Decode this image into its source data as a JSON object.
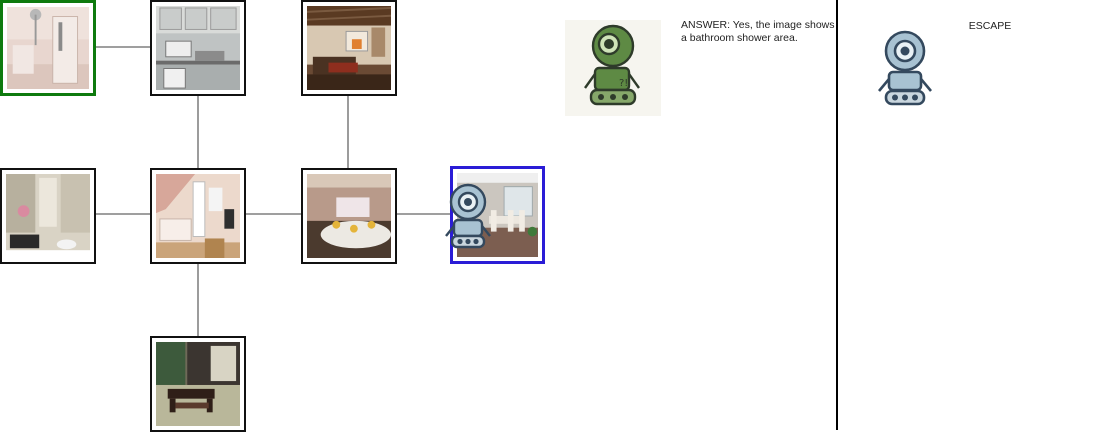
{
  "answer_panel": {
    "text": "ANSWER: Yes, the image shows a bathroom shower area.",
    "robot_icon": "robot-thinking-icon",
    "robot_color": "#5e8a44"
  },
  "escape_panel": {
    "label": "ESCAPE",
    "robot_icon": "robot-icon",
    "robot_color": "#a8c2d2"
  },
  "map": {
    "current_room": "dining-room",
    "start_room": "shower",
    "current_border_color": "#2a1cd6",
    "start_border_color": "#0e7a0e",
    "rooms": [
      {
        "id": "shower",
        "scene": "bathroom shower"
      },
      {
        "id": "kitchen",
        "scene": "kitchen"
      },
      {
        "id": "living-room",
        "scene": "living room with fireplace"
      },
      {
        "id": "bathroom",
        "scene": "marble bathroom"
      },
      {
        "id": "nursery",
        "scene": "nursery bedroom"
      },
      {
        "id": "lounge",
        "scene": "lounge"
      },
      {
        "id": "dining-room",
        "scene": "dining room"
      },
      {
        "id": "tatami-room",
        "scene": "japanese tatami room"
      }
    ]
  }
}
